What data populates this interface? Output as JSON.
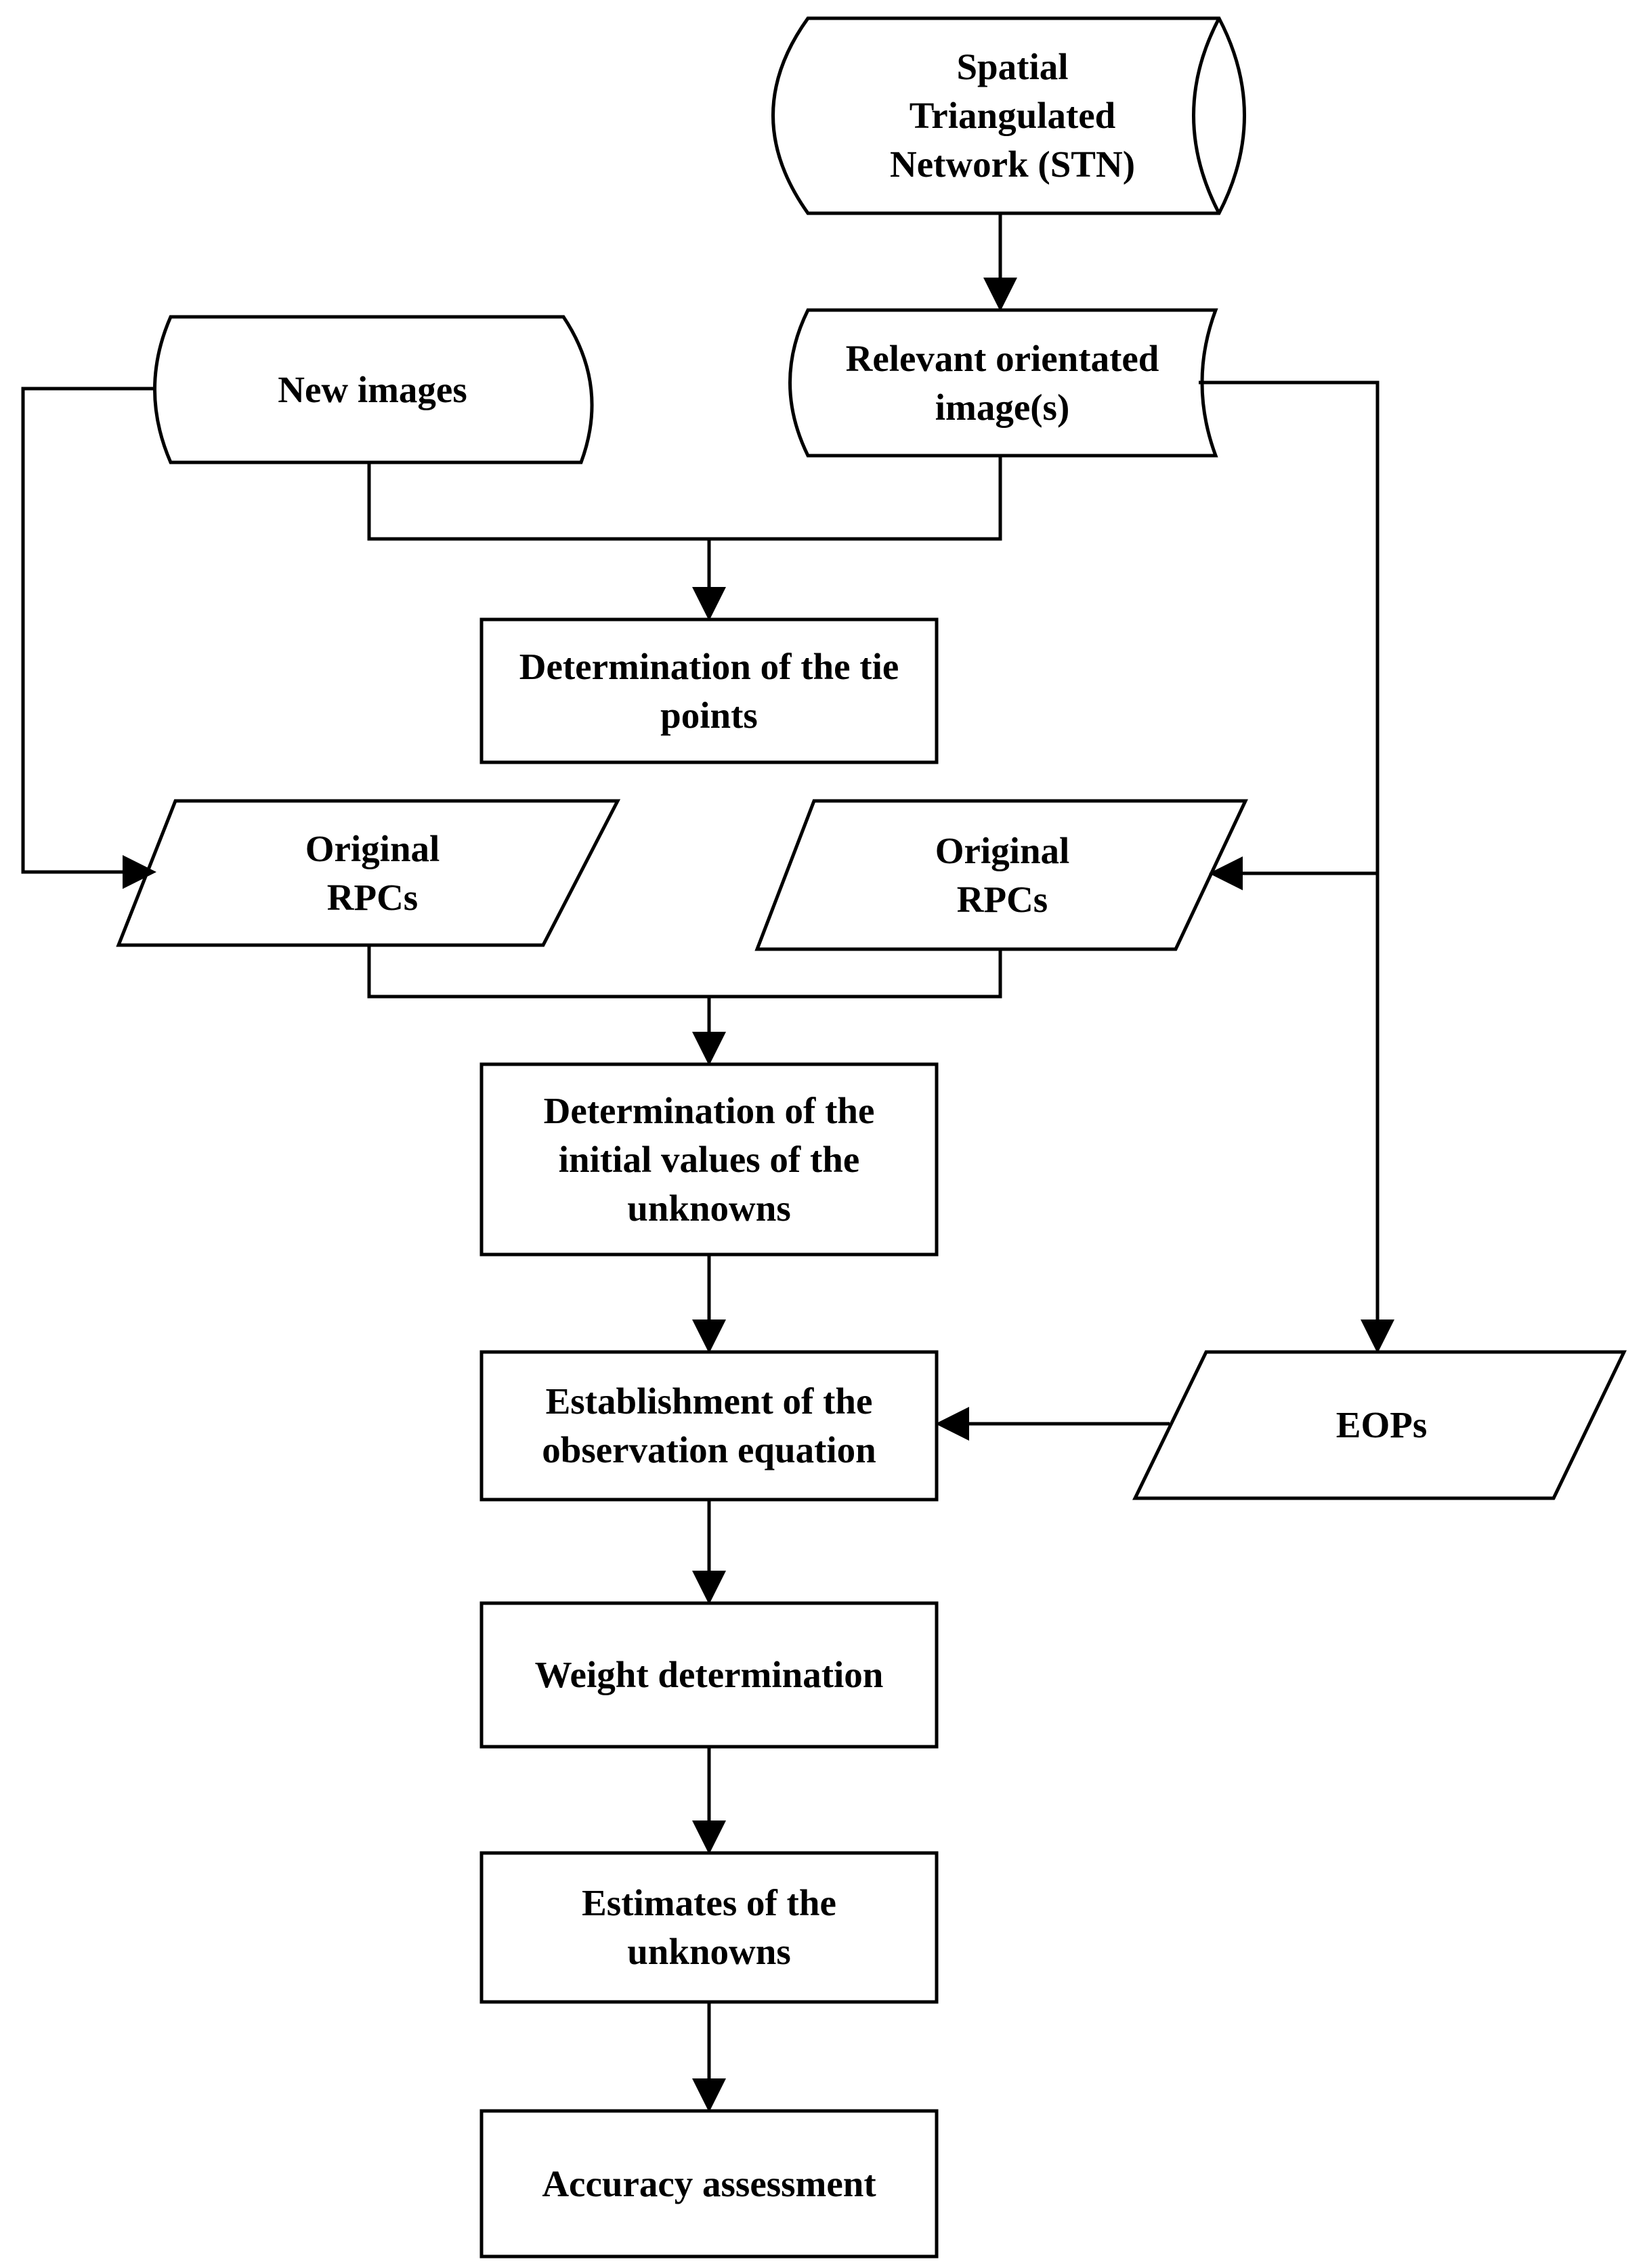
{
  "nodes": {
    "stn": "Spatial\nTriangulated\nNetwork (STN)",
    "new_images": "New images",
    "relevant_images": "Relevant orientated\nimage(s)",
    "tie_points": "Determination of the tie\npoints",
    "rpcs_left": "Original\nRPCs",
    "rpcs_right": "Original\nRPCs",
    "initial_values": "Determination of the\ninitial values of the\nunknowns",
    "observation_eq": "Establishment of the\nobservation equation",
    "eops": "EOPs",
    "weight": "Weight determination",
    "estimates": "Estimates of the\nunknowns",
    "accuracy": "Accuracy assessment"
  },
  "edges": [
    [
      "stn",
      "relevant_images"
    ],
    [
      "new_images",
      "tie_points"
    ],
    [
      "relevant_images",
      "tie_points"
    ],
    [
      "new_images",
      "rpcs_left"
    ],
    [
      "relevant_images",
      "rpcs_right"
    ],
    [
      "relevant_images",
      "eops"
    ],
    [
      "rpcs_left",
      "initial_values"
    ],
    [
      "rpcs_right",
      "initial_values"
    ],
    [
      "initial_values",
      "observation_eq"
    ],
    [
      "eops",
      "observation_eq"
    ],
    [
      "observation_eq",
      "weight"
    ],
    [
      "weight",
      "estimates"
    ],
    [
      "estimates",
      "accuracy"
    ]
  ],
  "colors": {
    "stroke": "#000000",
    "fill": "#ffffff",
    "text": "#000000"
  }
}
